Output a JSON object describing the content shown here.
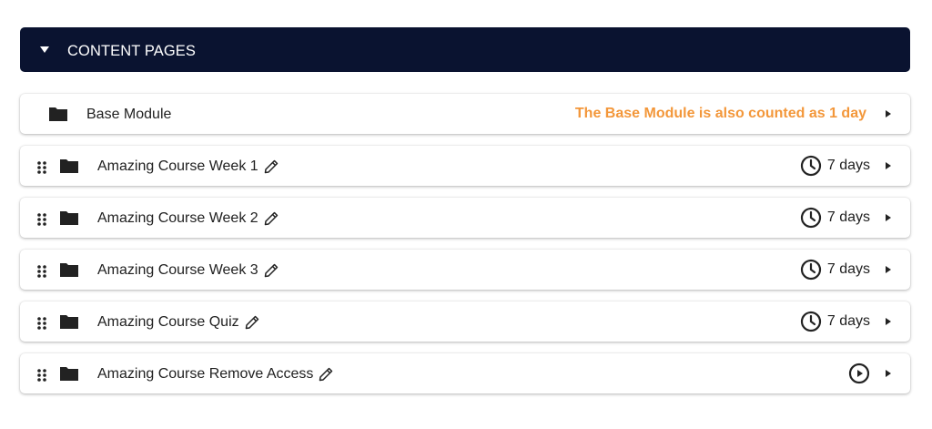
{
  "section": {
    "title": "CONTENT PAGES",
    "caret_icon": "caret-down-icon",
    "background": "#0a1330"
  },
  "base_module": {
    "title": "Base Module",
    "note": "The Base Module is also counted as 1 day",
    "note_color": "#f3973a",
    "icon": "folder-icon"
  },
  "modules": [
    {
      "title": "Amazing Course Week 1",
      "duration": "7 days",
      "status_icon": "clock-icon"
    },
    {
      "title": "Amazing Course Week 2",
      "duration": "7 days",
      "status_icon": "clock-icon"
    },
    {
      "title": "Amazing Course Week 3",
      "duration": "7 days",
      "status_icon": "clock-icon"
    },
    {
      "title": "Amazing Course Quiz",
      "duration": "7 days",
      "status_icon": "clock-icon"
    },
    {
      "title": "Amazing Course Remove Access",
      "duration": "",
      "status_icon": "play-circle-icon"
    }
  ]
}
